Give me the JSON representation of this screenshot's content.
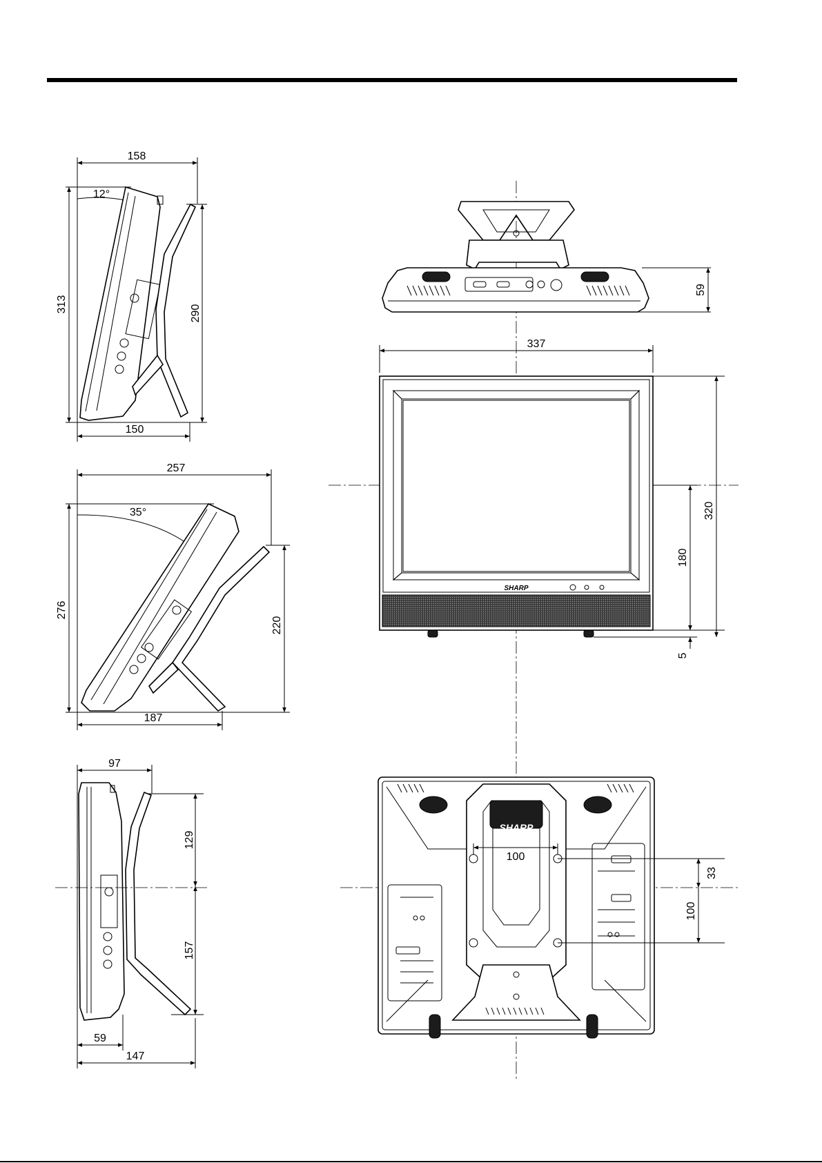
{
  "side_view_12deg": {
    "width_top": "158",
    "angle": "12°",
    "height_total": "313",
    "height_stand": "290",
    "width_base": "150"
  },
  "side_view_35deg": {
    "width_top": "257",
    "angle": "35°",
    "height_total": "276",
    "height_stand": "220",
    "width_base": "187"
  },
  "side_view_upright": {
    "width_top": "97",
    "height_upper": "129",
    "height_lower": "157",
    "depth_base": "59",
    "width_base": "147"
  },
  "top_view": {
    "depth": "59"
  },
  "front_view": {
    "width": "337",
    "height": "320",
    "center_height": "180",
    "foot_height": "5",
    "brand": "SHARP"
  },
  "rear_view": {
    "mount_spacing_horizontal": "100",
    "mount_spacing_vertical": "100",
    "mount_offset": "33",
    "brand": "SHARP"
  },
  "colors": {
    "line": "#000000",
    "background": "#ffffff",
    "speaker": "#1c1c1c"
  }
}
